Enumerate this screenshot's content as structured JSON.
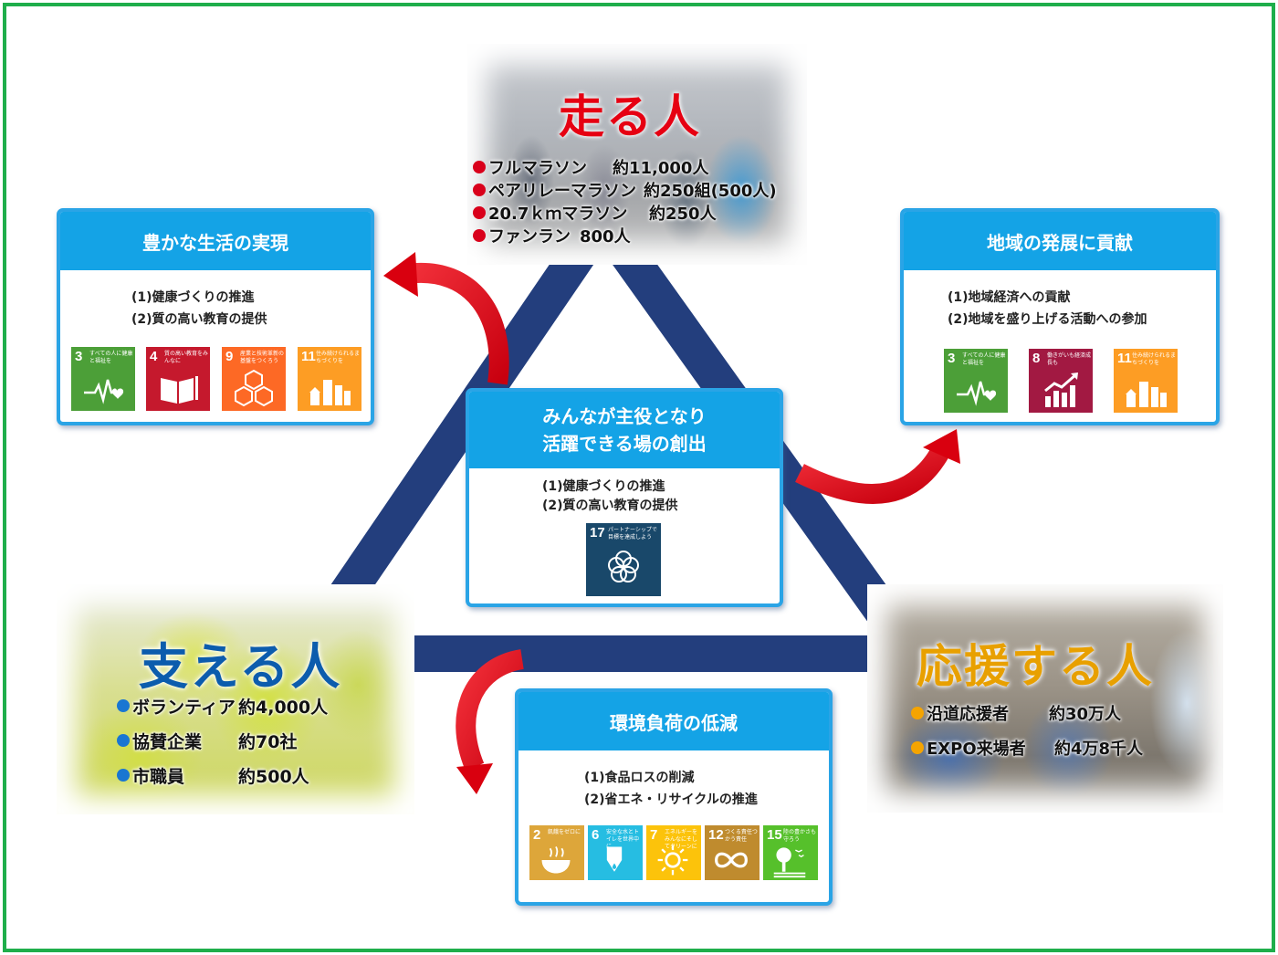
{
  "colors": {
    "frame": "#1fae4b",
    "triangle": "#233e7d",
    "card_header": "#14a3e6",
    "arrow": "#e60012",
    "runner_title": "#e60012",
    "supporter_title": "#0c5cad",
    "cheer_title": "#e8a000",
    "bullet_red": "#d9001b",
    "bullet_blue": "#1976d2",
    "bullet_orange": "#f5a400"
  },
  "runners": {
    "title": "走る人",
    "stats": [
      {
        "label": "フルマラソン",
        "value": "約11,000人"
      },
      {
        "label": "ペアリレーマラソン",
        "value": "約250組(500人)"
      },
      {
        "label": "20.7ｋｍマラソン",
        "value": "約250人"
      },
      {
        "label": "ファンラン",
        "value": "800人"
      }
    ]
  },
  "supporters": {
    "title": "支える人",
    "stats": [
      {
        "label": "ボランティア",
        "value": "約4,000人"
      },
      {
        "label": "協賛企業",
        "value": "約70社"
      },
      {
        "label": "市職員",
        "value": "約500人"
      }
    ]
  },
  "cheerers": {
    "title": "応援する人",
    "stats": [
      {
        "label": "沿道応援者",
        "value": "約30万人"
      },
      {
        "label": "EXPO来場者",
        "value": "約4万8千人"
      }
    ]
  },
  "cards": {
    "life": {
      "title": "豊かな生活の実現",
      "items": [
        "(1)健康づくりの推進",
        "(2)質の高い教育の提供"
      ],
      "sdgs": [
        {
          "num": "3",
          "text": "すべての人に健康と福祉を",
          "color": "#4c9f38",
          "icon": "heartbeat-icon"
        },
        {
          "num": "4",
          "text": "質の高い教育をみんなに",
          "color": "#c5192d",
          "icon": "book-icon"
        },
        {
          "num": "9",
          "text": "産業と技術革新の基盤をつくろう",
          "color": "#fd6925",
          "icon": "cubes-icon"
        },
        {
          "num": "11",
          "text": "住み続けられるまちづくりを",
          "color": "#fd9d24",
          "icon": "city-icon"
        }
      ]
    },
    "region": {
      "title": "地域の発展に貢献",
      "items": [
        "(1)地域経済への貢献",
        "(2)地域を盛り上げる活動への参加"
      ],
      "sdgs": [
        {
          "num": "3",
          "text": "すべての人に健康と福祉を",
          "color": "#4c9f38",
          "icon": "heartbeat-icon"
        },
        {
          "num": "8",
          "text": "働きがいも経済成長も",
          "color": "#a21942",
          "icon": "growth-chart-icon"
        },
        {
          "num": "11",
          "text": "住み続けられるまちづくりを",
          "color": "#fd9d24",
          "icon": "city-icon"
        }
      ]
    },
    "center": {
      "title_line1": "みんなが主役となり",
      "title_line2": "活躍できる場の創出",
      "items": [
        "(1)健康づくりの推進",
        "(2)質の高い教育の提供"
      ],
      "sdgs": [
        {
          "num": "17",
          "text": "パートナーシップで目標を達成しよう",
          "color": "#19486a",
          "icon": "partnership-rings-icon"
        }
      ]
    },
    "environment": {
      "title": "環境負荷の低減",
      "items": [
        "(1)食品ロスの削減",
        "(2)省エネ・リサイクルの推進"
      ],
      "sdgs": [
        {
          "num": "2",
          "text": "飢餓をゼロに",
          "color": "#dda63a",
          "icon": "bowl-icon"
        },
        {
          "num": "6",
          "text": "安全な水とトイレを世界中に",
          "color": "#26bde2",
          "icon": "water-drop-icon"
        },
        {
          "num": "7",
          "text": "エネルギーをみんなにそしてクリーンに",
          "color": "#fcc30b",
          "icon": "sun-icon"
        },
        {
          "num": "12",
          "text": "つくる責任つかう責任",
          "color": "#bf8b2e",
          "icon": "infinity-icon"
        },
        {
          "num": "15",
          "text": "陸の豊かさも守ろう",
          "color": "#56c02b",
          "icon": "tree-icon"
        }
      ]
    }
  }
}
